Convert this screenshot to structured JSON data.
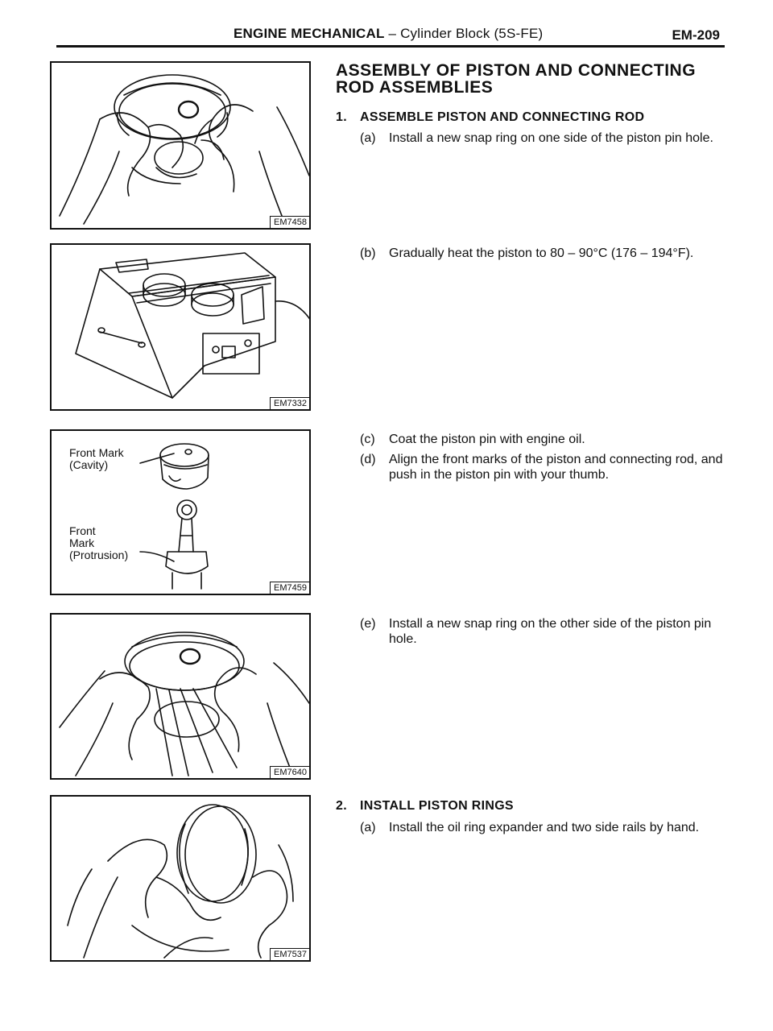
{
  "header": {
    "section_bold": "ENGINE MECHANICAL",
    "section_rest": " – Cylinder Block (5S-FE)",
    "page_number": "EM-209"
  },
  "figures": [
    {
      "code": "EM7458",
      "icon": "hands-installing-snap-ring-illustration"
    },
    {
      "code": "EM7332",
      "icon": "piston-heater-illustration"
    },
    {
      "code": "EM7459",
      "icon": "piston-and-connecting-rod-front-marks-illustration",
      "callouts": {
        "piston": "Front Mark\n(Cavity)",
        "rod": "Front\nMark\n(Protrusion)"
      }
    },
    {
      "code": "EM7640",
      "icon": "hands-installing-snap-ring-other-side-illustration"
    },
    {
      "code": "EM7537",
      "icon": "hands-installing-oil-ring-illustration"
    }
  ],
  "content": {
    "heading": "ASSEMBLY OF PISTON AND CONNECTING\nROD ASSEMBLIES",
    "step1": {
      "number": "1.",
      "title": "ASSEMBLE PISTON AND CONNECTING ROD"
    },
    "step1_subs": [
      {
        "label": "(a)",
        "text": "Install a new snap ring on one side of the piston pin hole."
      },
      {
        "label": "(b)",
        "text": "Gradually heat the piston to 80 – 90°C (176 – 194°F)."
      },
      {
        "label": "(c)",
        "text": "Coat the piston pin with engine oil."
      },
      {
        "label": "(d)",
        "text": "Align the front marks of the piston and connecting rod, and push in the piston pin with your thumb."
      },
      {
        "label": "(e)",
        "text": "Install a new snap ring on the other side of the piston pin hole."
      }
    ],
    "step2": {
      "number": "2.",
      "title": "INSTALL PISTON RINGS"
    },
    "step2_subs": [
      {
        "label": "(a)",
        "text": "Install the oil ring expander and two side rails by hand."
      }
    ]
  }
}
